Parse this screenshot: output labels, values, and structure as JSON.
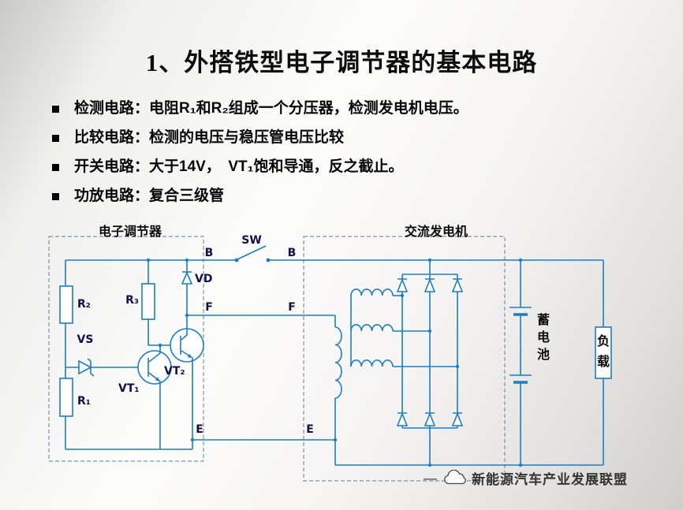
{
  "slide": {
    "title": "1、外搭铁型电子调节器的基本电路",
    "bullets": [
      {
        "label": "检测电路：",
        "text": "电阻R₁和R₂组成一个分压器，检测发电机电压。"
      },
      {
        "label": "比较电路：",
        "text": "检测的电压与稳压管电压比较"
      },
      {
        "label": "开关电路：",
        "text": "大于14V，　VT₁饱和导通，反之截止。"
      },
      {
        "label": "功放电路：",
        "text": "复合三级管"
      }
    ]
  },
  "diagram": {
    "regulator_label": "电子调节器",
    "generator_label": "交流发电机",
    "switch_label": "SW",
    "terminals": {
      "b_left": "B",
      "b_right": "B",
      "f_left": "F",
      "f_right": "F",
      "e_left": "E",
      "e_right": "E"
    },
    "components": {
      "r1": "R₁",
      "r2": "R₂",
      "r3": "R₃",
      "vs": "VS",
      "vd": "VD",
      "vt1": "VT₁",
      "vt2": "VT₂",
      "battery": "蓄电池",
      "load": "负载"
    },
    "colors": {
      "wire": "#1d7dc4",
      "label": "#10104a",
      "box_dash": "#7d93a8"
    }
  },
  "watermark": {
    "dash": "—",
    "logo_icon": "cloud",
    "text": "新能源汽车产业发展联盟"
  }
}
